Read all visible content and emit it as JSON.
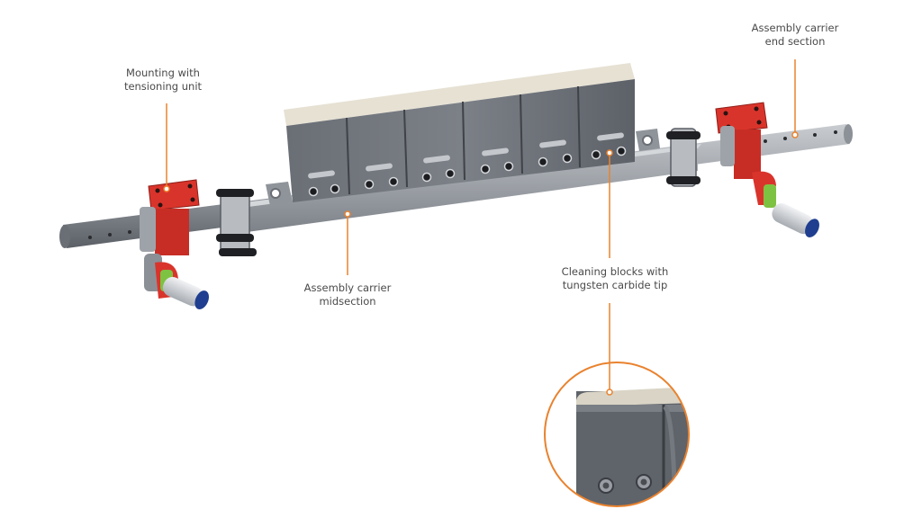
{
  "labels": {
    "mounting": [
      "Mounting with",
      "tensioning unit"
    ],
    "end_section": [
      "Assembly carrier",
      "end section"
    ],
    "midsection": [
      "Assembly carrier",
      "midsection"
    ],
    "cleaning_blocks": [
      "Cleaning blocks with",
      "tungsten carbide tip"
    ]
  },
  "colors": {
    "callout": "#e9822e",
    "bracket": "#d9342b",
    "roller_green": "#7ec241",
    "roller_cap": "#1f3e8f",
    "metal_dark": "#5b5f66",
    "metal_light": "#aeb3b8",
    "label_text": "#4a4a4a"
  }
}
